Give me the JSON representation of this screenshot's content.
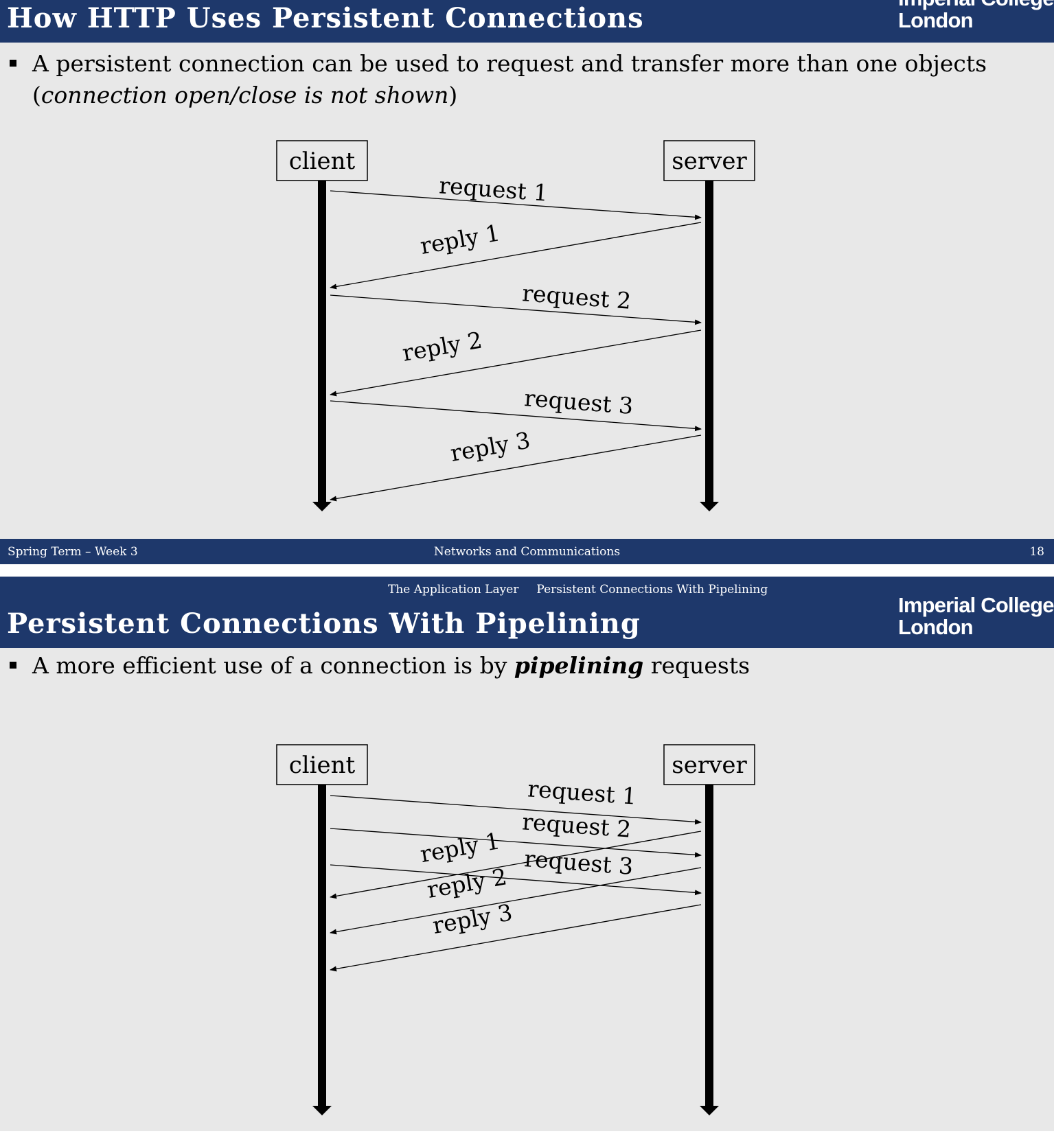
{
  "slides": [
    {
      "title": "How HTTP Uses Persistent Connections",
      "logo_line1": "Imperial College",
      "logo_line2": "London",
      "bullet": {
        "text": "A persistent connection can be used to request and transfer more than one objects (",
        "italic": "connection open/close is not shown",
        "end": ")"
      },
      "diagram": {
        "client_label": "client",
        "server_label": "server",
        "messages": [
          {
            "label": "request 1",
            "direction": "to-server"
          },
          {
            "label": "reply 1",
            "direction": "to-client"
          },
          {
            "label": "request 2",
            "direction": "to-server"
          },
          {
            "label": "reply 2",
            "direction": "to-client"
          },
          {
            "label": "request 3",
            "direction": "to-server"
          },
          {
            "label": "reply 3",
            "direction": "to-client"
          }
        ]
      },
      "footer": {
        "left": "Spring Term – Week 3",
        "center": "Networks and Communications",
        "right": "18"
      }
    },
    {
      "section_nav": [
        "The Application Layer",
        "Persistent Connections With Pipelining"
      ],
      "title": "Persistent Connections With Pipelining",
      "logo_line1": "Imperial College",
      "logo_line2": "London",
      "bullet": {
        "text": "A more efficient use of a connection is by ",
        "bold_italic": "pipelining",
        "end": " requests"
      },
      "diagram": {
        "client_label": "client",
        "server_label": "server",
        "messages": [
          {
            "label": "request 1",
            "direction": "to-server"
          },
          {
            "label": "request 2",
            "direction": "to-server"
          },
          {
            "label": "request 3",
            "direction": "to-server"
          },
          {
            "label": "reply 1",
            "direction": "to-client"
          },
          {
            "label": "reply 2",
            "direction": "to-client"
          },
          {
            "label": "reply 3",
            "direction": "to-client"
          }
        ]
      }
    }
  ],
  "colors": {
    "header_bg": "#1e386b",
    "slide_bg": "#e8e8e8",
    "ink": "#000000"
  }
}
